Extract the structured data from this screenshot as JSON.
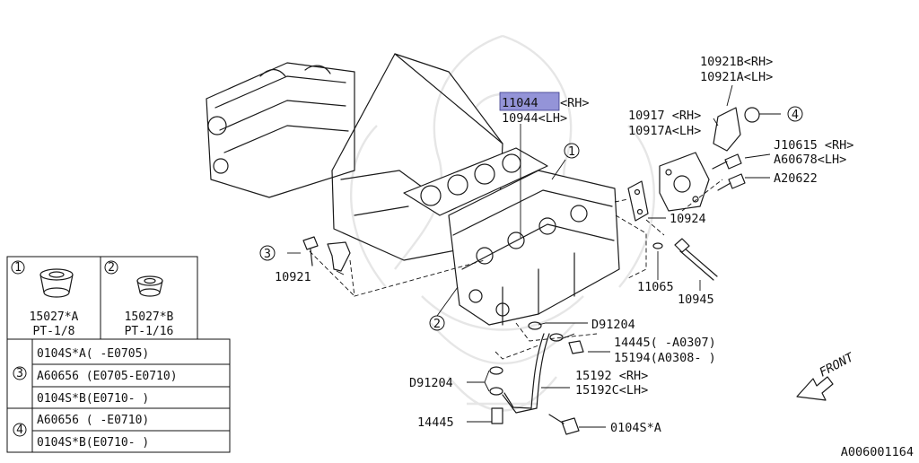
{
  "diagram_id": "A006001164",
  "front_label": "FRONT",
  "callouts": {
    "c1": "1",
    "c2": "2",
    "c3": "3",
    "c4": "4"
  },
  "part_labels": {
    "p11044": "11044",
    "p11044_suffix": "<RH>",
    "p10944": "10944<LH>",
    "p10921b": "10921B<RH>",
    "p10921a": "10921A<LH>",
    "p10917": "10917 <RH>",
    "p10917a": "10917A<LH>",
    "pj10615": "J10615 <RH>",
    "pa60678": "A60678<LH>",
    "pa20622": "A20622",
    "p10924": "10924",
    "p10921": "10921",
    "p11065": "11065",
    "p10945": "10945",
    "pd91204a": "D91204",
    "p14445a": "14445( -A0307)",
    "p15194": "15194(A0308- )",
    "p15192": "15192 <RH>",
    "p15192c": "15192C<LH>",
    "pd91204b": "D91204",
    "p14445b": "14445",
    "p0104sa": "0104S*A"
  },
  "plug_table": {
    "left_num": "1",
    "left_part": "15027*A",
    "left_spec": "PT-1/8",
    "right_num": "2",
    "right_part": "15027*B",
    "right_spec": "PT-1/16"
  },
  "bolt_table": {
    "group3_num": "3",
    "group3_rows": [
      "0104S*A( -E0705)",
      "A60656 (E0705-E0710)",
      "0104S*B(E0710- )"
    ],
    "group4_num": "4",
    "group4_rows": [
      "A60656 ( -E0710)",
      "0104S*B(E0710- )"
    ]
  },
  "highlight_color": "#9494d8"
}
